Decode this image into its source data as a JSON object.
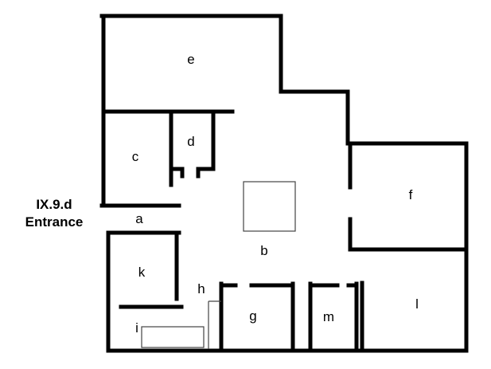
{
  "figure": {
    "background_color": "#ffffff",
    "wall_color": "#000000",
    "thin_line_color": "#444444",
    "kind": "archaeological floor plan"
  },
  "entrance": {
    "line1": "IX.9.d",
    "line2": "Entrance"
  },
  "rooms": [
    {
      "label": "e"
    },
    {
      "label": "c"
    },
    {
      "label": "d"
    },
    {
      "label": "a"
    },
    {
      "label": "b"
    },
    {
      "label": "k"
    },
    {
      "label": "h"
    },
    {
      "label": "i"
    },
    {
      "label": "g"
    },
    {
      "label": "m"
    },
    {
      "label": "l"
    },
    {
      "label": "f"
    }
  ]
}
